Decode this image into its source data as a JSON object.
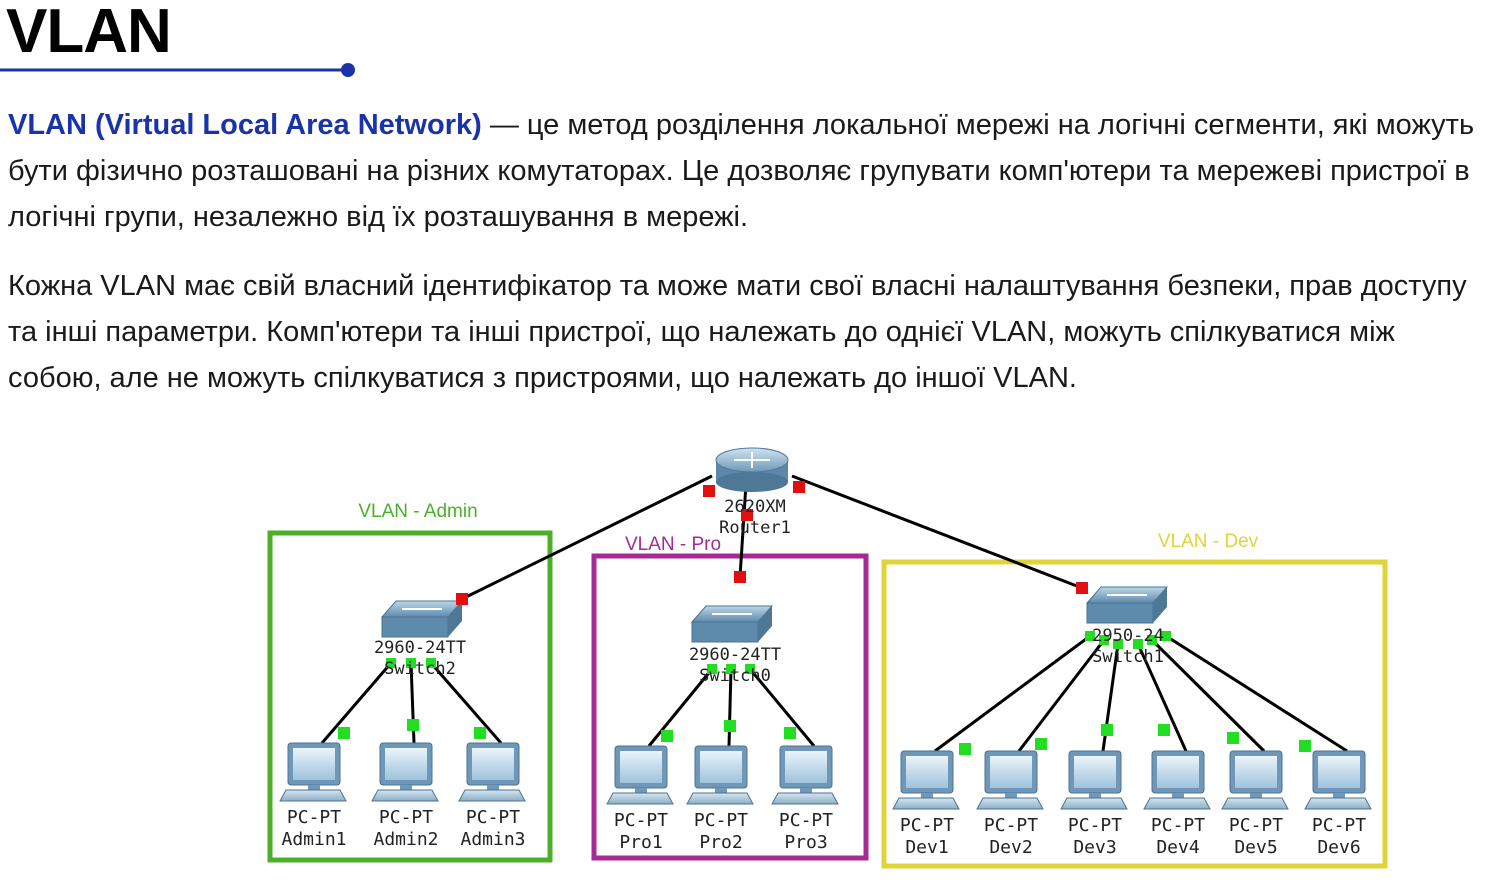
{
  "page": {
    "title": "VLAN",
    "accent_color": "#1a33a8"
  },
  "intro": {
    "term": "VLAN (Virtual Local Area Network)",
    "definition": " — це метод розділення локальної мережі на логічні сегменти, які можуть бути фізично розташовані на різних комутаторах. Це дозволяє групувати комп'ютери та мережеві пристрої в логічні групи, незалежно від їх розташування в мережі."
  },
  "details": {
    "text": "Кожна VLAN має свій власний ідентифікатор та може мати свої власні налаштування безпеки, прав доступу та інші параметри. Комп'ютери та інші пристрої, що належать до однієї VLAN, можуть спілкуватися між собою, але не можуть спілкуватися з пристроями, що належать до іншої VLAN."
  },
  "diagram": {
    "router": {
      "model": "2620XM",
      "name": "Router1",
      "icon": "router-icon"
    },
    "vlans": [
      {
        "label": "VLAN - Admin",
        "color": "#4caf2a",
        "switch": {
          "model": "2960-24TT",
          "name": "Switch2",
          "icon": "switch-icon"
        },
        "pcs": [
          {
            "model": "PC-PT",
            "name": "Admin1",
            "icon": "pc-icon"
          },
          {
            "model": "PC-PT",
            "name": "Admin2",
            "icon": "pc-icon"
          },
          {
            "model": "PC-PT",
            "name": "Admin3",
            "icon": "pc-icon"
          }
        ]
      },
      {
        "label": "VLAN - Pro",
        "color": "#a52a96",
        "switch": {
          "model": "2960-24TT",
          "name": "Switch0",
          "icon": "switch-icon"
        },
        "pcs": [
          {
            "model": "PC-PT",
            "name": "Pro1",
            "icon": "pc-icon"
          },
          {
            "model": "PC-PT",
            "name": "Pro2",
            "icon": "pc-icon"
          },
          {
            "model": "PC-PT",
            "name": "Pro3",
            "icon": "pc-icon"
          }
        ]
      },
      {
        "label": "VLAN - Dev",
        "color": "#e0d43a",
        "switch": {
          "model": "2950-24",
          "name": "Switch1",
          "icon": "switch-icon"
        },
        "pcs": [
          {
            "model": "PC-PT",
            "name": "Dev1",
            "icon": "pc-icon"
          },
          {
            "model": "PC-PT",
            "name": "Dev2",
            "icon": "pc-icon"
          },
          {
            "model": "PC-PT",
            "name": "Dev3",
            "icon": "pc-icon"
          },
          {
            "model": "PC-PT",
            "name": "Dev4",
            "icon": "pc-icon"
          },
          {
            "model": "PC-PT",
            "name": "Dev5",
            "icon": "pc-icon"
          },
          {
            "model": "PC-PT",
            "name": "Dev6",
            "icon": "pc-icon"
          }
        ]
      }
    ],
    "link_status_colors": {
      "up": "#22dd22",
      "down": "#e01010"
    }
  }
}
